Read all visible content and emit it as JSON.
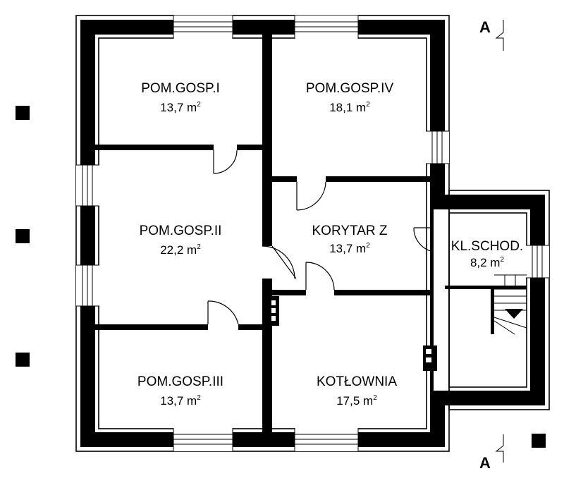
{
  "rooms": [
    {
      "name": "POM.GOSP.I",
      "area": "13,7 m",
      "unit_sup": "2"
    },
    {
      "name": "POM.GOSP.IV",
      "area": "18,1 m",
      "unit_sup": "2"
    },
    {
      "name": "POM.GOSP.II",
      "area": "22,2 m",
      "unit_sup": "2"
    },
    {
      "name": "KORYTAR Z",
      "area": "13,7 m",
      "unit_sup": "2"
    },
    {
      "name": "KL.SCHOD.",
      "area": "8,2 m",
      "unit_sup": "2"
    },
    {
      "name": "POM.GOSP.III",
      "area": "13,7 m",
      "unit_sup": "2"
    },
    {
      "name": "KOTŁOWNIA",
      "area": "17,5 m",
      "unit_sup": "2"
    }
  ],
  "section_marks": {
    "top": "A",
    "bottom": "A"
  }
}
